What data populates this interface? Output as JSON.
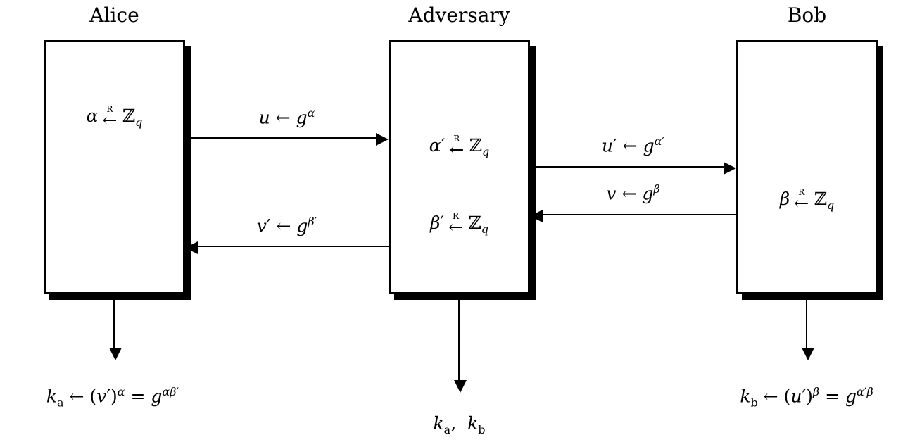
{
  "colors": {
    "ink": "#000000",
    "background": "#ffffff"
  },
  "entities": {
    "alice": {
      "title": "Alice",
      "lines": [
        "<i>α</i><span class='xa'><span class='xr'>R</span><span class='xs'>←</span></span>ℤ<sub><i>q</i></sub>"
      ],
      "output": "<i>k</i><sub>a</sub> ← (<i>v</i>′)<sup><i>α</i></sup> = <i>g</i><sup><i>αβ</i>′</sup>"
    },
    "adversary": {
      "title": "Adversary",
      "lines": [
        "<i>α</i>′<span class='xa'><span class='xr'>R</span><span class='xs'>←</span></span>ℤ<sub><i>q</i></sub>",
        "<i>β</i>′<span class='xa'><span class='xr'>R</span><span class='xs'>←</span></span>ℤ<sub><i>q</i></sub>"
      ],
      "output": "<i>k</i><sub>a</sub>,&nbsp; <i>k</i><sub>b</sub>"
    },
    "bob": {
      "title": "Bob",
      "lines": [
        "<i>β</i><span class='xa'><span class='xr'>R</span><span class='xs'>←</span></span>ℤ<sub><i>q</i></sub>"
      ],
      "output": "<i>k</i><sub>b</sub> ← (<i>u</i>′)<sup><i>β</i></sup> = <i>g</i><sup><i>α</i>′<i>β</i></sup>"
    }
  },
  "messages": {
    "alice_to_adversary": "<i>u</i> ← <i>g</i><sup><i>α</i></sup>",
    "adversary_to_alice": "<i>v</i>′ ← <i>g</i><sup><i>β</i>′</sup>",
    "adversary_to_bob": "<i>u</i>′ ← <i>g</i><sup><i>α</i>′</sup>",
    "bob_to_adversary": "<i>v</i> ← <i>g</i><sup><i>β</i></sup>"
  }
}
